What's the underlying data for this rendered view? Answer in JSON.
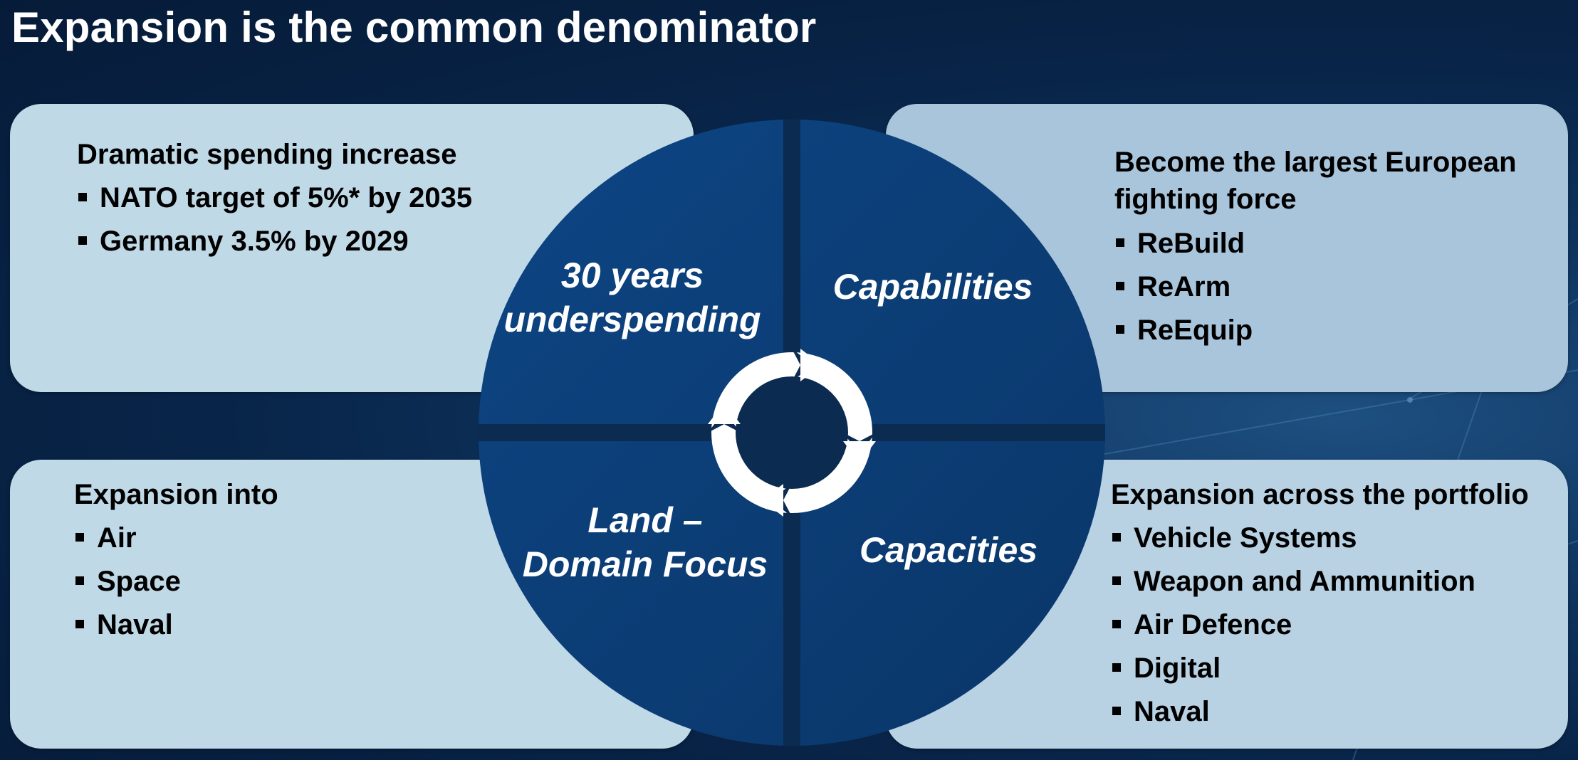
{
  "title": "Expansion is the common denominator",
  "colors": {
    "background": "#082448",
    "panel": "#c0d9e7",
    "wheel": "#0a3a72",
    "text_dark": "#000000",
    "text_light": "#ffffff"
  },
  "panels": {
    "top_left": {
      "heading": "Dramatic spending increase",
      "items": [
        "NATO target of 5%* by 2035",
        "Germany 3.5% by 2029"
      ]
    },
    "top_right": {
      "heading": "Become the largest European fighting force",
      "items": [
        "ReBuild",
        "ReArm",
        "ReEquip"
      ]
    },
    "bottom_left": {
      "heading": "Expansion into",
      "items": [
        "Air",
        "Space",
        "Naval"
      ]
    },
    "bottom_right": {
      "heading": "Expansion across the portfolio",
      "items": [
        "Vehicle Systems",
        "Weapon and Ammunition",
        "Air Defence",
        "Digital",
        "Naval"
      ]
    }
  },
  "wheel": {
    "icon": "cycle-arrows-icon",
    "quadrants": {
      "top_left": [
        "30 years",
        "underspending"
      ],
      "top_right": [
        "Capabilities"
      ],
      "bottom_left": [
        "Land –",
        "Domain Focus"
      ],
      "bottom_right": [
        "Capacities"
      ]
    }
  }
}
